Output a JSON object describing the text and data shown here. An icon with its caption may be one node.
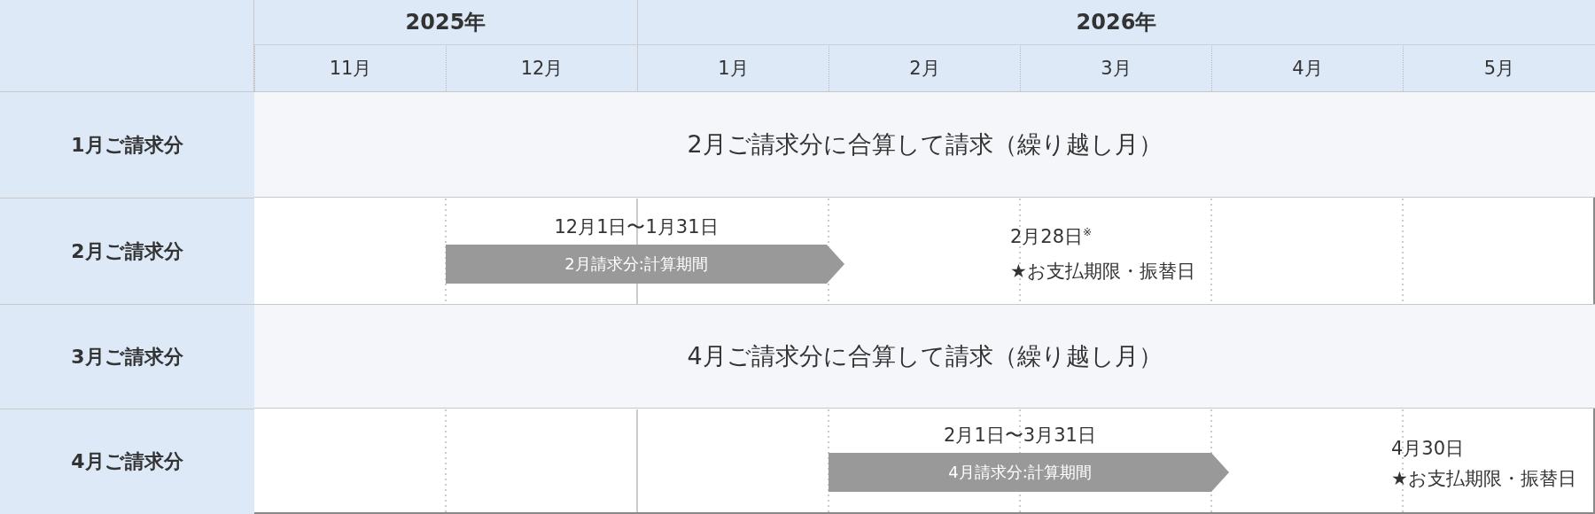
{
  "diagram": {
    "nodes": [
      {
        "text": [
          "2月請求分:計算期間"
        ],
        "beside": [
          "12月1日〜1月31日"
        ]
      },
      {
        "text": [
          "4月請求分:計算期間"
        ],
        "beside": [
          "2月1日〜3月31日"
        ]
      }
    ],
    "edges": [],
    "labels": [
      "2025年",
      "2026年",
      "11月",
      "12月",
      "1月",
      "2月",
      "3月",
      "4月",
      "5月",
      "1月ご請求分",
      "2月ご請求分に合算して請求（繰り越し月）",
      "2月ご請求分",
      "2月28日$^{※}$",
      "★お支払期限・振替日",
      "3月ご請求分",
      "4月ご請求分に合算して請求（繰り越し月）",
      "4月ご請求分",
      "4月30日",
      "★お支払期限・振替日"
    ]
  }
}
